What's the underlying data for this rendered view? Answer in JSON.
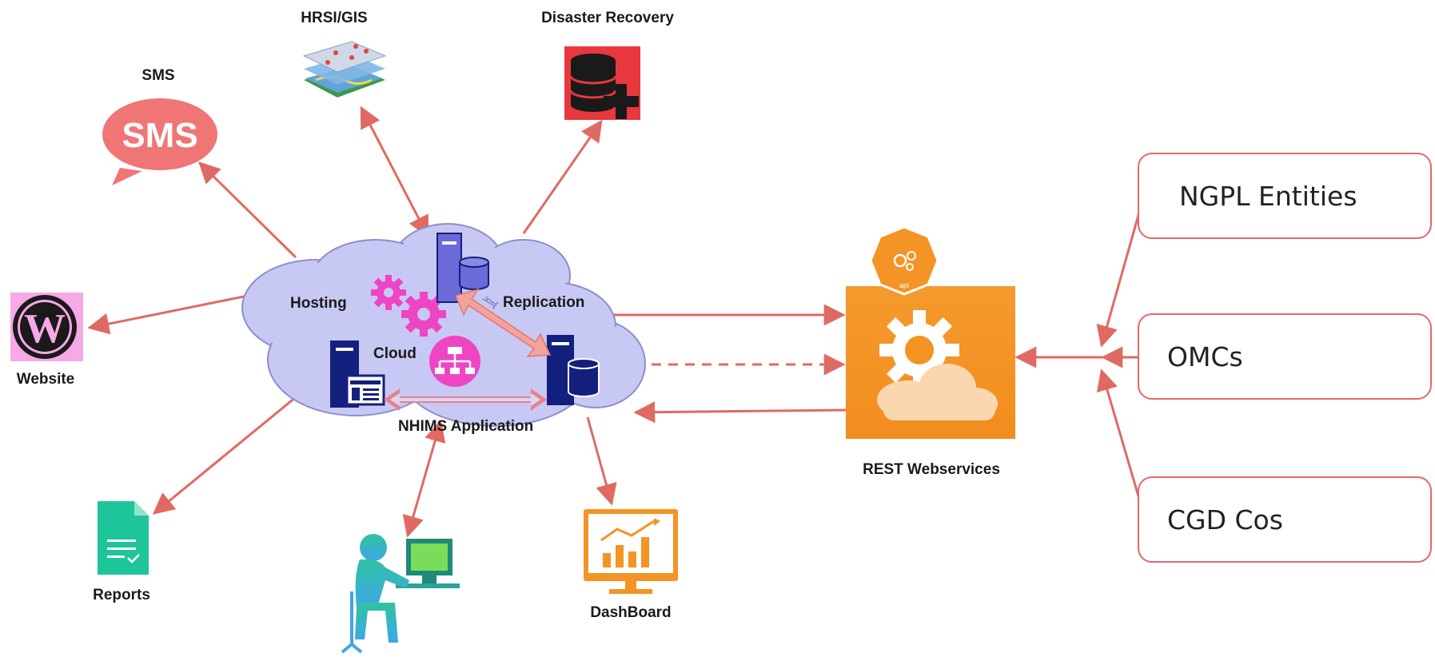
{
  "diagram": {
    "nodes": {
      "sms": {
        "label": "SMS",
        "bubble_text": "SMS"
      },
      "hrsi": {
        "label": "HRSI/GIS"
      },
      "disaster": {
        "label": "Disaster Recovery"
      },
      "website": {
        "label": "Website"
      },
      "reports": {
        "label": "Reports"
      },
      "dashboard": {
        "label": "DashBoard"
      },
      "rest": {
        "label": "REST Webservices",
        "badge_text": "api"
      },
      "user": {
        "label": ""
      }
    },
    "cloud": {
      "hosting": "Hosting",
      "replication": "Replication",
      "cloud": "Cloud",
      "application": "NHIMS Application"
    },
    "external_systems": [
      "NGPL Entities",
      "OMCs",
      "CGD Cos"
    ]
  },
  "colors": {
    "arrow": "#e06a63",
    "cloud_fill": "#c8c8f4",
    "cloud_stroke": "#8e8ecc",
    "server_blue": "#14207e",
    "server_light": "#6a6ad8",
    "rest_orange": "#f39425",
    "sms_pink": "#f07575",
    "website_pink": "#f7a8e6",
    "reports_green": "#1fc59a",
    "disaster_red": "#e8383d",
    "box_border": "#e8666c"
  }
}
